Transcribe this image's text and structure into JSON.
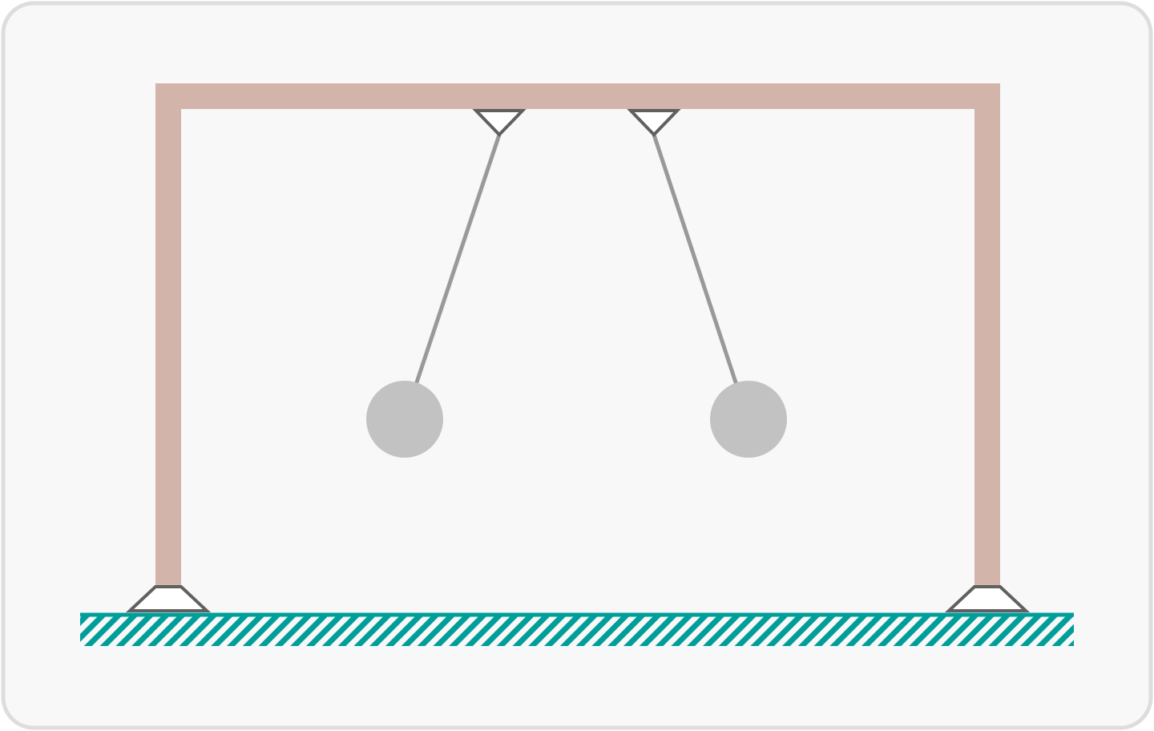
{
  "diagram": {
    "type": "double-pendulum-frame",
    "colors": {
      "card_background": "#f8f8f8",
      "card_border": "#dddddd",
      "frame": "#d2b4aa",
      "ground": "#009e9a",
      "support_stroke": "#606060",
      "support_fill": "#ffffff",
      "string": "#999999",
      "bob": "#c2c2c2"
    },
    "parts": {
      "frame": "rectangular-frame",
      "ground": "hatched-ground",
      "supports": [
        "left-foot-support",
        "right-foot-support"
      ],
      "pivots": [
        "left-pivot",
        "right-pivot"
      ],
      "pendulums": [
        {
          "name": "left-pendulum",
          "swing": "left"
        },
        {
          "name": "right-pendulum",
          "swing": "right"
        }
      ]
    }
  }
}
